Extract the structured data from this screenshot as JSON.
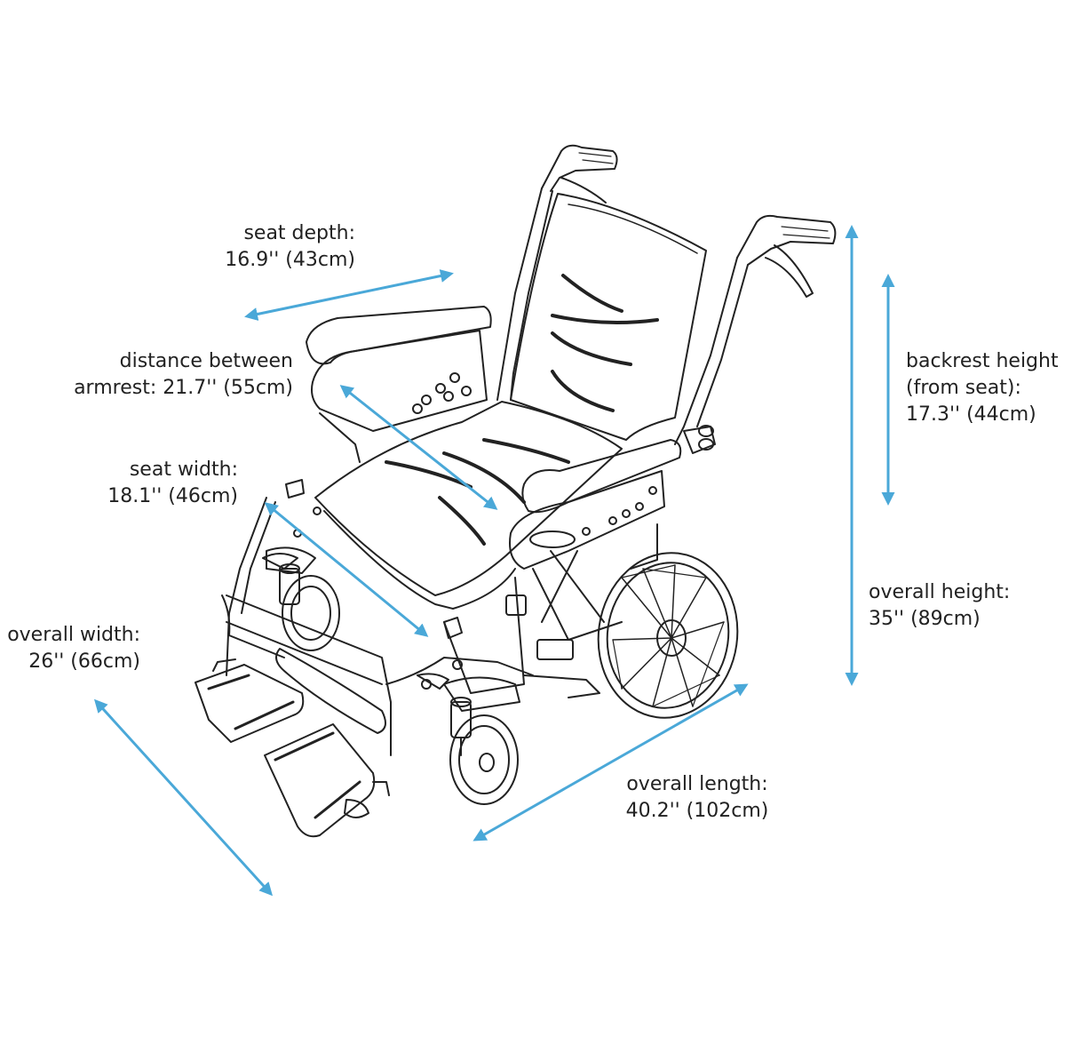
{
  "colors": {
    "arrow": "#4aa8d8",
    "line": "#222222",
    "background": "#ffffff"
  },
  "dimensions": {
    "seat_depth": {
      "line1": "seat depth:",
      "line2": "16.9'' (43cm)"
    },
    "armrest_distance": {
      "line1": "distance between",
      "line2": "armrest: 21.7'' (55cm)"
    },
    "seat_width": {
      "line1": "seat width:",
      "line2": "18.1'' (46cm)"
    },
    "overall_width": {
      "line1": "overall width:",
      "line2": "26'' (66cm)"
    },
    "overall_length": {
      "line1": "overall length:",
      "line2": "40.2'' (102cm)"
    },
    "overall_height": {
      "line1": "overall height:",
      "line2": "35'' (89cm)"
    },
    "backrest_height": {
      "line1": "backrest height",
      "line2": "(from seat):",
      "line3": "17.3'' (44cm)"
    }
  }
}
